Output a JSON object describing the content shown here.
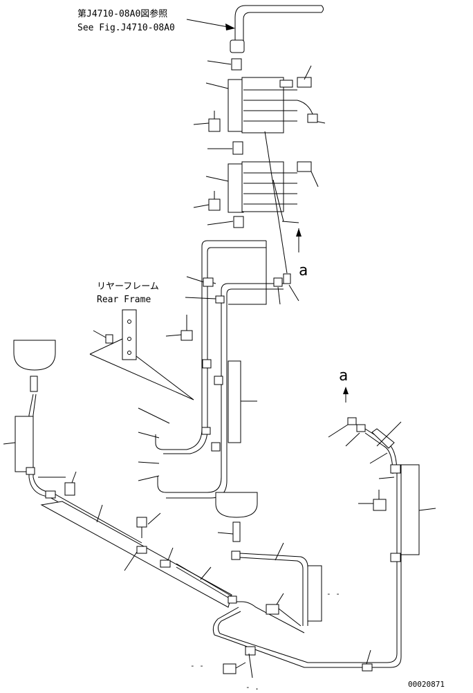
{
  "references": {
    "ref_jp": "第J4710-08A0図参照",
    "ref_en": "See Fig.J4710-08A0",
    "rear_frame_jp": "リヤーフレーム",
    "rear_frame_en": "Rear Frame"
  },
  "view_markers": {
    "marker_top": "a",
    "marker_right": "a"
  },
  "dash_labels": {
    "right_mid": "- -",
    "bottom_left": "- -",
    "bottom_center": "- ."
  },
  "drawing_number": "00020871",
  "icons": [
    "arrow-icon",
    "bolt-icon",
    "fitting-icon",
    "clamp-icon",
    "valve-block-icon",
    "hose-icon"
  ]
}
